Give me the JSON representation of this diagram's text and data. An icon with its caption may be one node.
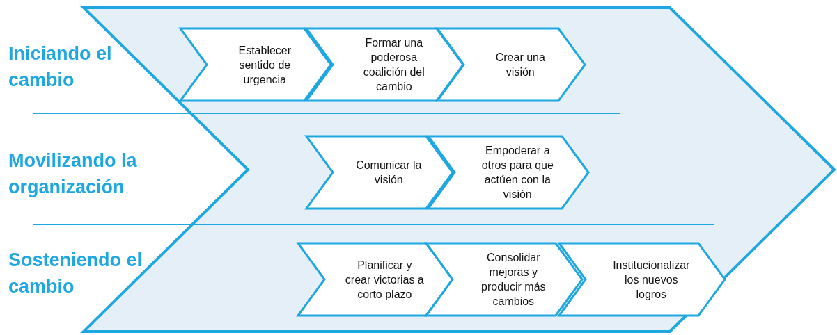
{
  "diagram": {
    "nodes": [
      {
        "text": [],
        "shape": "chevron"
      },
      {
        "text": [
          "Establecer sentido de urgencia"
        ],
        "in": 0
      },
      {
        "text": [
          "Formar una poderosa coalición del cambio"
        ],
        "in": 0
      },
      {
        "text": [
          "Crear una visión"
        ],
        "in": 0
      },
      {
        "text": [
          "Comunicar la visión"
        ],
        "in": 0
      },
      {
        "text": [
          "Empoderar a otros para que actúen con la visión"
        ],
        "in": 0
      },
      {
        "text": [
          "Planificar y crear victorias a corto plazo"
        ],
        "in": 0
      },
      {
        "text": [
          "Consolidar mejoras y producir más cambios"
        ],
        "in": 0
      },
      {
        "text": [
          "Institucionalizar los nuevos logros"
        ],
        "in": 0
      }
    ],
    "labels": [
      "Iniciando el cambio",
      "Movilizando la organización",
      "Sosteniendo el cambio"
    ]
  }
}
